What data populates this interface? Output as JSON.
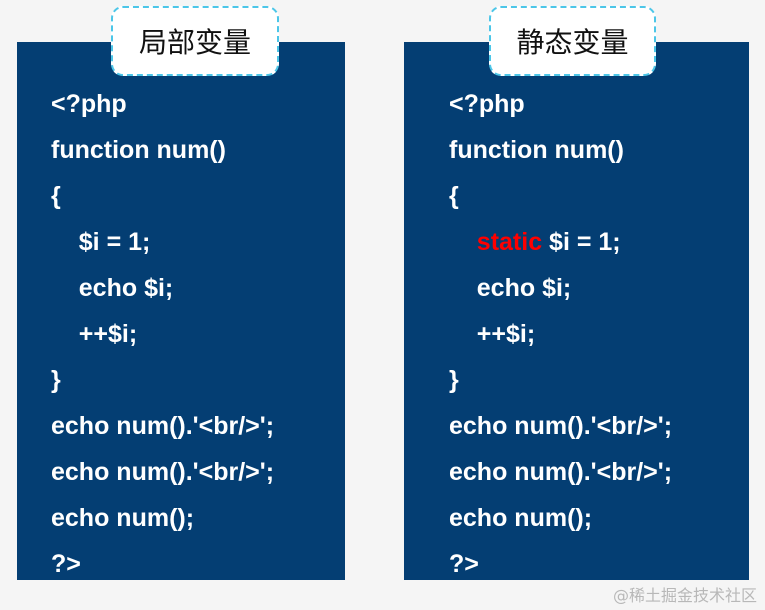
{
  "left_panel": {
    "title": "局部变量",
    "lines": [
      "<?php",
      "function num()",
      "{",
      "    $i = 1;",
      "    echo $i;",
      "    ++$i;",
      "}",
      "echo num().'<br/>';",
      "echo num().'<br/>';",
      "echo num();",
      "?>"
    ]
  },
  "right_panel": {
    "title": "静态变量",
    "lines": [
      "<?php",
      "function num()",
      "{",
      "    ",
      "    echo $i;",
      "    ++$i;",
      "}",
      "echo num().'<br/>';",
      "echo num().'<br/>';",
      "echo num();",
      "?>"
    ],
    "static_line_keyword": "static",
    "static_line_rest": " $i = 1;"
  },
  "watermark": "@稀土掘金技术社区",
  "colors": {
    "panel_bg": "#043e73",
    "code_text": "#ffffff",
    "highlight_keyword": "#ff0000",
    "title_border": "#4cc6e8"
  }
}
